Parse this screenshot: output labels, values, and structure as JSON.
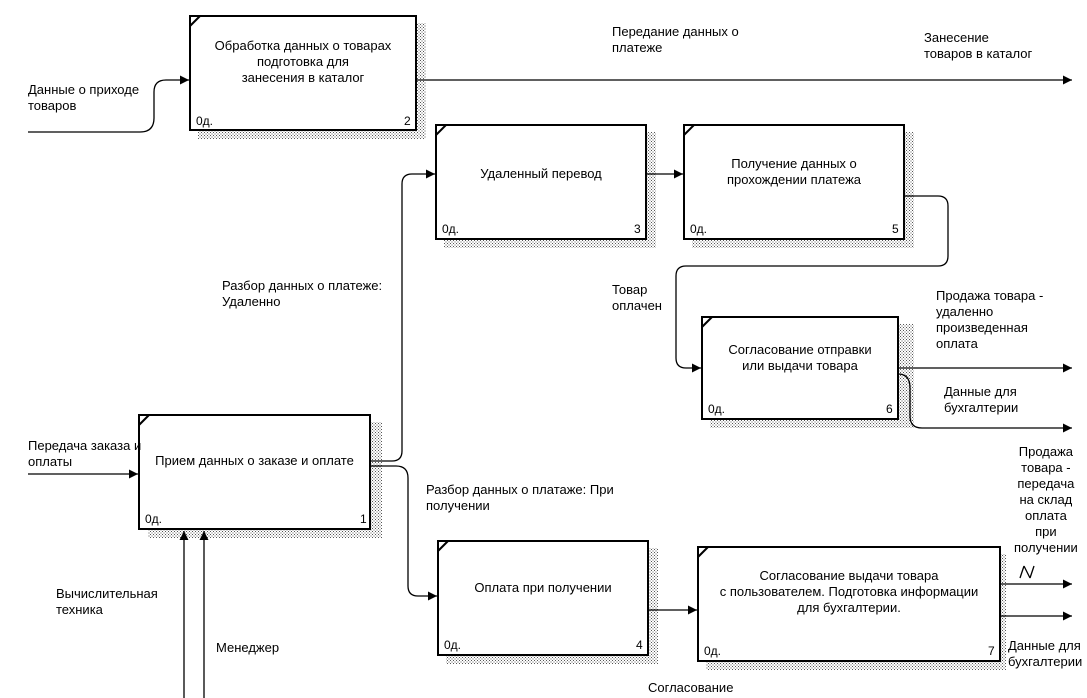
{
  "boxes": [
    {
      "id": "b2",
      "title": "Обработка данных о товарах\nподготовка для\nзанесения в каталог",
      "node": "0д.",
      "number": "2"
    },
    {
      "id": "b3",
      "title": "Удаленный перевод",
      "node": "0д.",
      "number": "3"
    },
    {
      "id": "b5",
      "title": "Получение данных о\nпрохождении платежа",
      "node": "0д.",
      "number": "5"
    },
    {
      "id": "b6",
      "title": "Согласование отправки\nили выдачи товара",
      "node": "0д.",
      "number": "6"
    },
    {
      "id": "b1",
      "title": "Прием данных о заказе и оплате",
      "node": "0д.",
      "number": "1"
    },
    {
      "id": "b4",
      "title": "Оплата при получении",
      "node": "0д.",
      "number": "4"
    },
    {
      "id": "b7",
      "title": "Согласование выдачи товара\nс пользователем. Подготовка информации\nдля бухгалтерии.",
      "node": "0д.",
      "number": "7"
    }
  ],
  "labels": {
    "goods_arrival": "Данные о приходе\nтоваров",
    "payment_data_transfer": "Передание данных о\nплатеже",
    "catalog_entry": "Занесение\nтоваров в каталог",
    "payment_parse_remote": "Разбор данных о платеже:\nУдаленно",
    "goods_paid": "Товар\nоплачен",
    "sale_remote": "Продажа товара -\nудаленно\nпроизведенная\nоплата",
    "accounting_data_1": "Данные для\nбухгалтерии",
    "order_transfer": "Передача заказа и\nоплаты",
    "payment_parse_on_receipt": "Разбор данных о платаже: При\nполучении",
    "sale_transfer": "Продажа\nтовара -\nпередача\nна склад\nоплата\nпри\nполучении",
    "computing_equipment": "Вычислительная\nтехника",
    "manager": "Менеджер",
    "accounting_data_2": "Данные для\nбухгалтерии",
    "approval": "Согласование"
  }
}
